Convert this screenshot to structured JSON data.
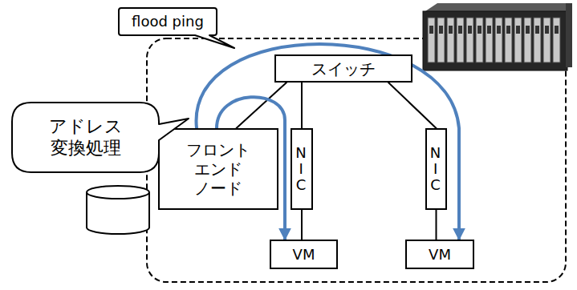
{
  "diagram": {
    "nodes": [
      {
        "text": [
          "flood ping"
        ]
      },
      {
        "text": [
          "スイッチ"
        ]
      },
      {
        "text": [
          "アドレス 変換処理"
        ]
      },
      {
        "text": [
          "フロント エンド ノード"
        ]
      },
      {
        "text": [
          "NIC"
        ]
      },
      {
        "text": [
          "NIC"
        ]
      },
      {
        "text": [
          "VM"
        ]
      },
      {
        "text": [
          "VM"
        ]
      }
    ],
    "edges": [
      {
        "from": 1,
        "to": 3,
        "arrow": "none"
      },
      {
        "from": 1,
        "to": 4,
        "arrow": "none"
      },
      {
        "from": 1,
        "to": 5,
        "arrow": "none"
      },
      {
        "from": 4,
        "to": 6,
        "arrow": "none"
      },
      {
        "from": 5,
        "to": 7,
        "arrow": "none"
      },
      {
        "from": 3,
        "to": 6,
        "arrow": "to"
      },
      {
        "from": 3,
        "to": 7,
        "arrow": "to"
      }
    ]
  }
}
